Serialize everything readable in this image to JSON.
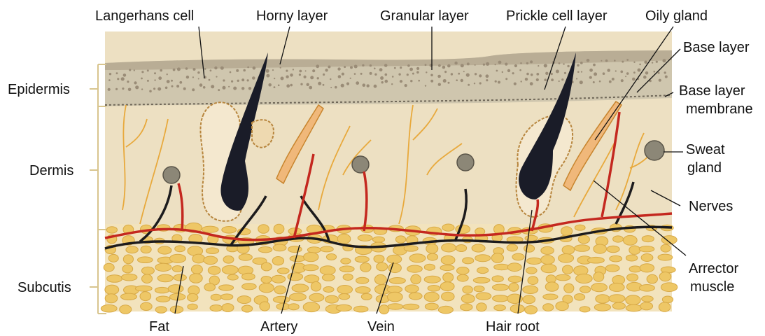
{
  "labels": {
    "top": {
      "langerhans_cell": "Langerhans cell",
      "horny_layer": "Horny layer",
      "granular_layer": "Granular layer",
      "prickle_cell_layer": "Prickle cell layer",
      "oily_gland": "Oily gland"
    },
    "left": {
      "epidermis": "Epidermis",
      "dermis": "Dermis",
      "subcutis": "Subcutis"
    },
    "right": {
      "base_layer": "Base layer",
      "base_layer_membrane_1": "Base layer",
      "base_layer_membrane_2": "membrane",
      "sweat_gland_1": "Sweat",
      "sweat_gland_2": "gland",
      "nerves": "Nerves",
      "arrector_muscle_1": "Arrector",
      "arrector_muscle_2": "muscle"
    },
    "bottom": {
      "fat": "Fat",
      "artery": "Artery",
      "vein": "Vein",
      "hair_root": "Hair root"
    }
  },
  "colors": {
    "background": "#ffffff",
    "dermis": "#ede0c2",
    "epidermis": "#cfc6ae",
    "subcutis": "#f2e3bd",
    "fat": "#eec766",
    "artery": "#c4281f",
    "vein": "#1c1b1d",
    "hair": "#1a1c28",
    "nerve": "#e8a93c",
    "sweat_gland": "#8c8777"
  }
}
